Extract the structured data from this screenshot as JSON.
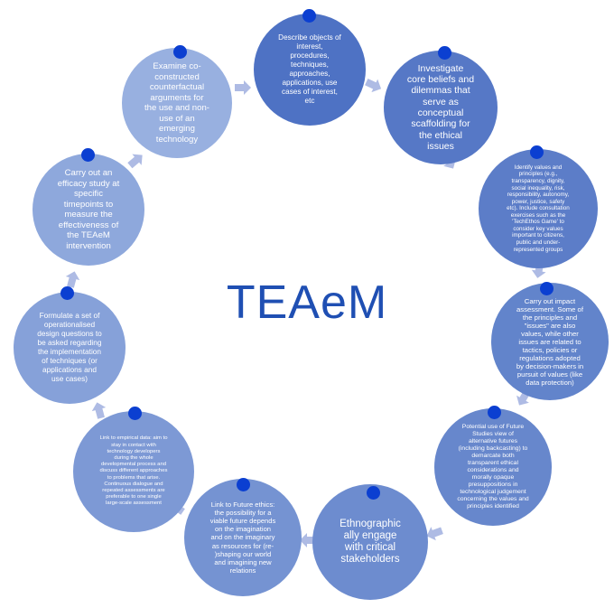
{
  "center_title": "TEAeM",
  "colors": {
    "title": "#1f4fb3",
    "dot": "#0b3fd1",
    "arrow": "#aebbe4"
  },
  "stages": [
    {
      "id": "describe",
      "text": "Describe objects of\ninterest,\nprocedures,\ntechniques,\napproaches,\napplications, use\ncases of interest,\netc",
      "fill": "#4e72c4"
    },
    {
      "id": "investigate",
      "text": "Investigate\ncore beliefs and\ndilemmas that\nserve as\nconceptual\nscaffolding for\nthe ethical\nissues",
      "fill": "#5678c6"
    },
    {
      "id": "identify-values",
      "text": "Identify values and\nprinciples (e.g.,\ntransparency, dignity,\nsocial inequality, risk,\nresponsibility, autonomy,\npower, justice, safety\netc). Include consultation\nexercises such as the\n'TechEthos Game' to\nconsider key values\nimportant to citizens,\npublic and under-\nrepresented groups",
      "fill": "#5c7dc8"
    },
    {
      "id": "impact",
      "text": "Carry out impact\nassessment. Some of\nthe principles and\n\"issues\" are also\nvalues, while other\nissues are related to\ntactics, policies or\nregulations adopted\nby decision-makers in\npursuit of values (like\ndata protection)",
      "fill": "#6284cb"
    },
    {
      "id": "future-studies",
      "text": "Potential use of Future\nStudies view of\nalternative futures\n(including backcasting) to\ndemarcate both\ntransparent ethical\nconsiderations and\nmorally opaque\npresuppositions in\ntechnological judgement\nconcerning the values and\nprinciples identified",
      "fill": "#6787cc"
    },
    {
      "id": "ethnographic",
      "text": "Ethnographic\nally engage\nwith critical\nstakeholders",
      "fill": "#6d8ccf"
    },
    {
      "id": "future-ethics",
      "text": "Link to Future ethics:\nthe possibility for a\nviable future depends\non the imagination\nand on the imaginary\nas resources for (re-\n)shaping our world\nand imagining new\nrelations",
      "fill": "#7593d2"
    },
    {
      "id": "empirical",
      "text": "Link to empirical data: aim to\nstay in contact with\ntechnology developers\nduring the whole\ndevelopmental process and\ndiscuss different approaches\nto problems that arise.\nContinuous dialogue and\nrepeated assessments are\npreferable to one single\nlarge-scale assessment",
      "fill": "#7d99d5"
    },
    {
      "id": "design-questions",
      "text": "Formulate a set of\noperationalised\ndesign questions to\nbe asked regarding\nthe implementation\nof techniques (or\napplications and\nuse cases)",
      "fill": "#86a1d9"
    },
    {
      "id": "efficacy",
      "text": "Carry out an\nefficacy study at\nspecific\ntimepoints to\nmeasure the\neffectiveness of\nthe TEAeM\nintervention",
      "fill": "#8ea8dc"
    },
    {
      "id": "counterfactual",
      "text": "Examine co-\nconstructed\ncounterfactual\narguments for\nthe use and non-\nuse of an\nemerging\ntechnology",
      "fill": "#98b0e0"
    }
  ]
}
